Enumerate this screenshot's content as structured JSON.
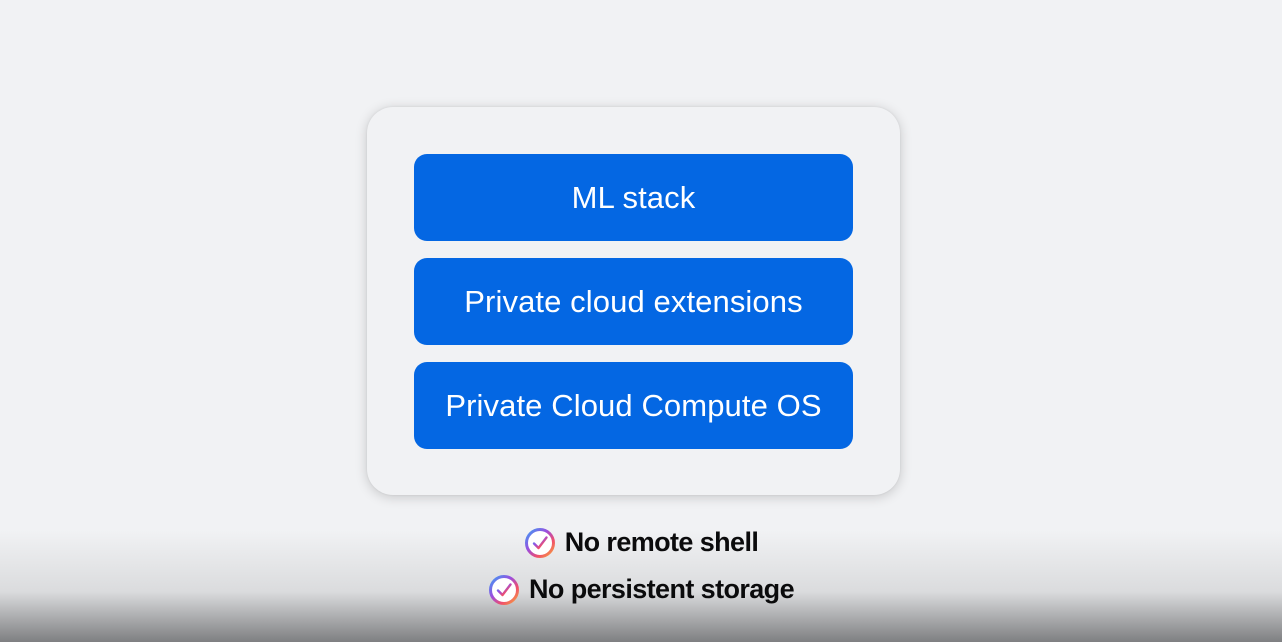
{
  "stack": {
    "layers": [
      "ML stack",
      "Private cloud extensions",
      "Private Cloud Compute OS"
    ]
  },
  "features": [
    {
      "icon": "checkmark-circle-icon",
      "label": "No remote shell"
    },
    {
      "icon": "checkmark-circle-icon",
      "label": "No persistent storage"
    }
  ],
  "colors": {
    "background": "#f1f2f4",
    "layer_fill": "#0467e3",
    "layer_text": "#ffffff",
    "feature_text": "#0b0b0c",
    "icon_gradient": [
      "#3aa0f5",
      "#9b4dde",
      "#f04f6c",
      "#f7a83a"
    ]
  }
}
